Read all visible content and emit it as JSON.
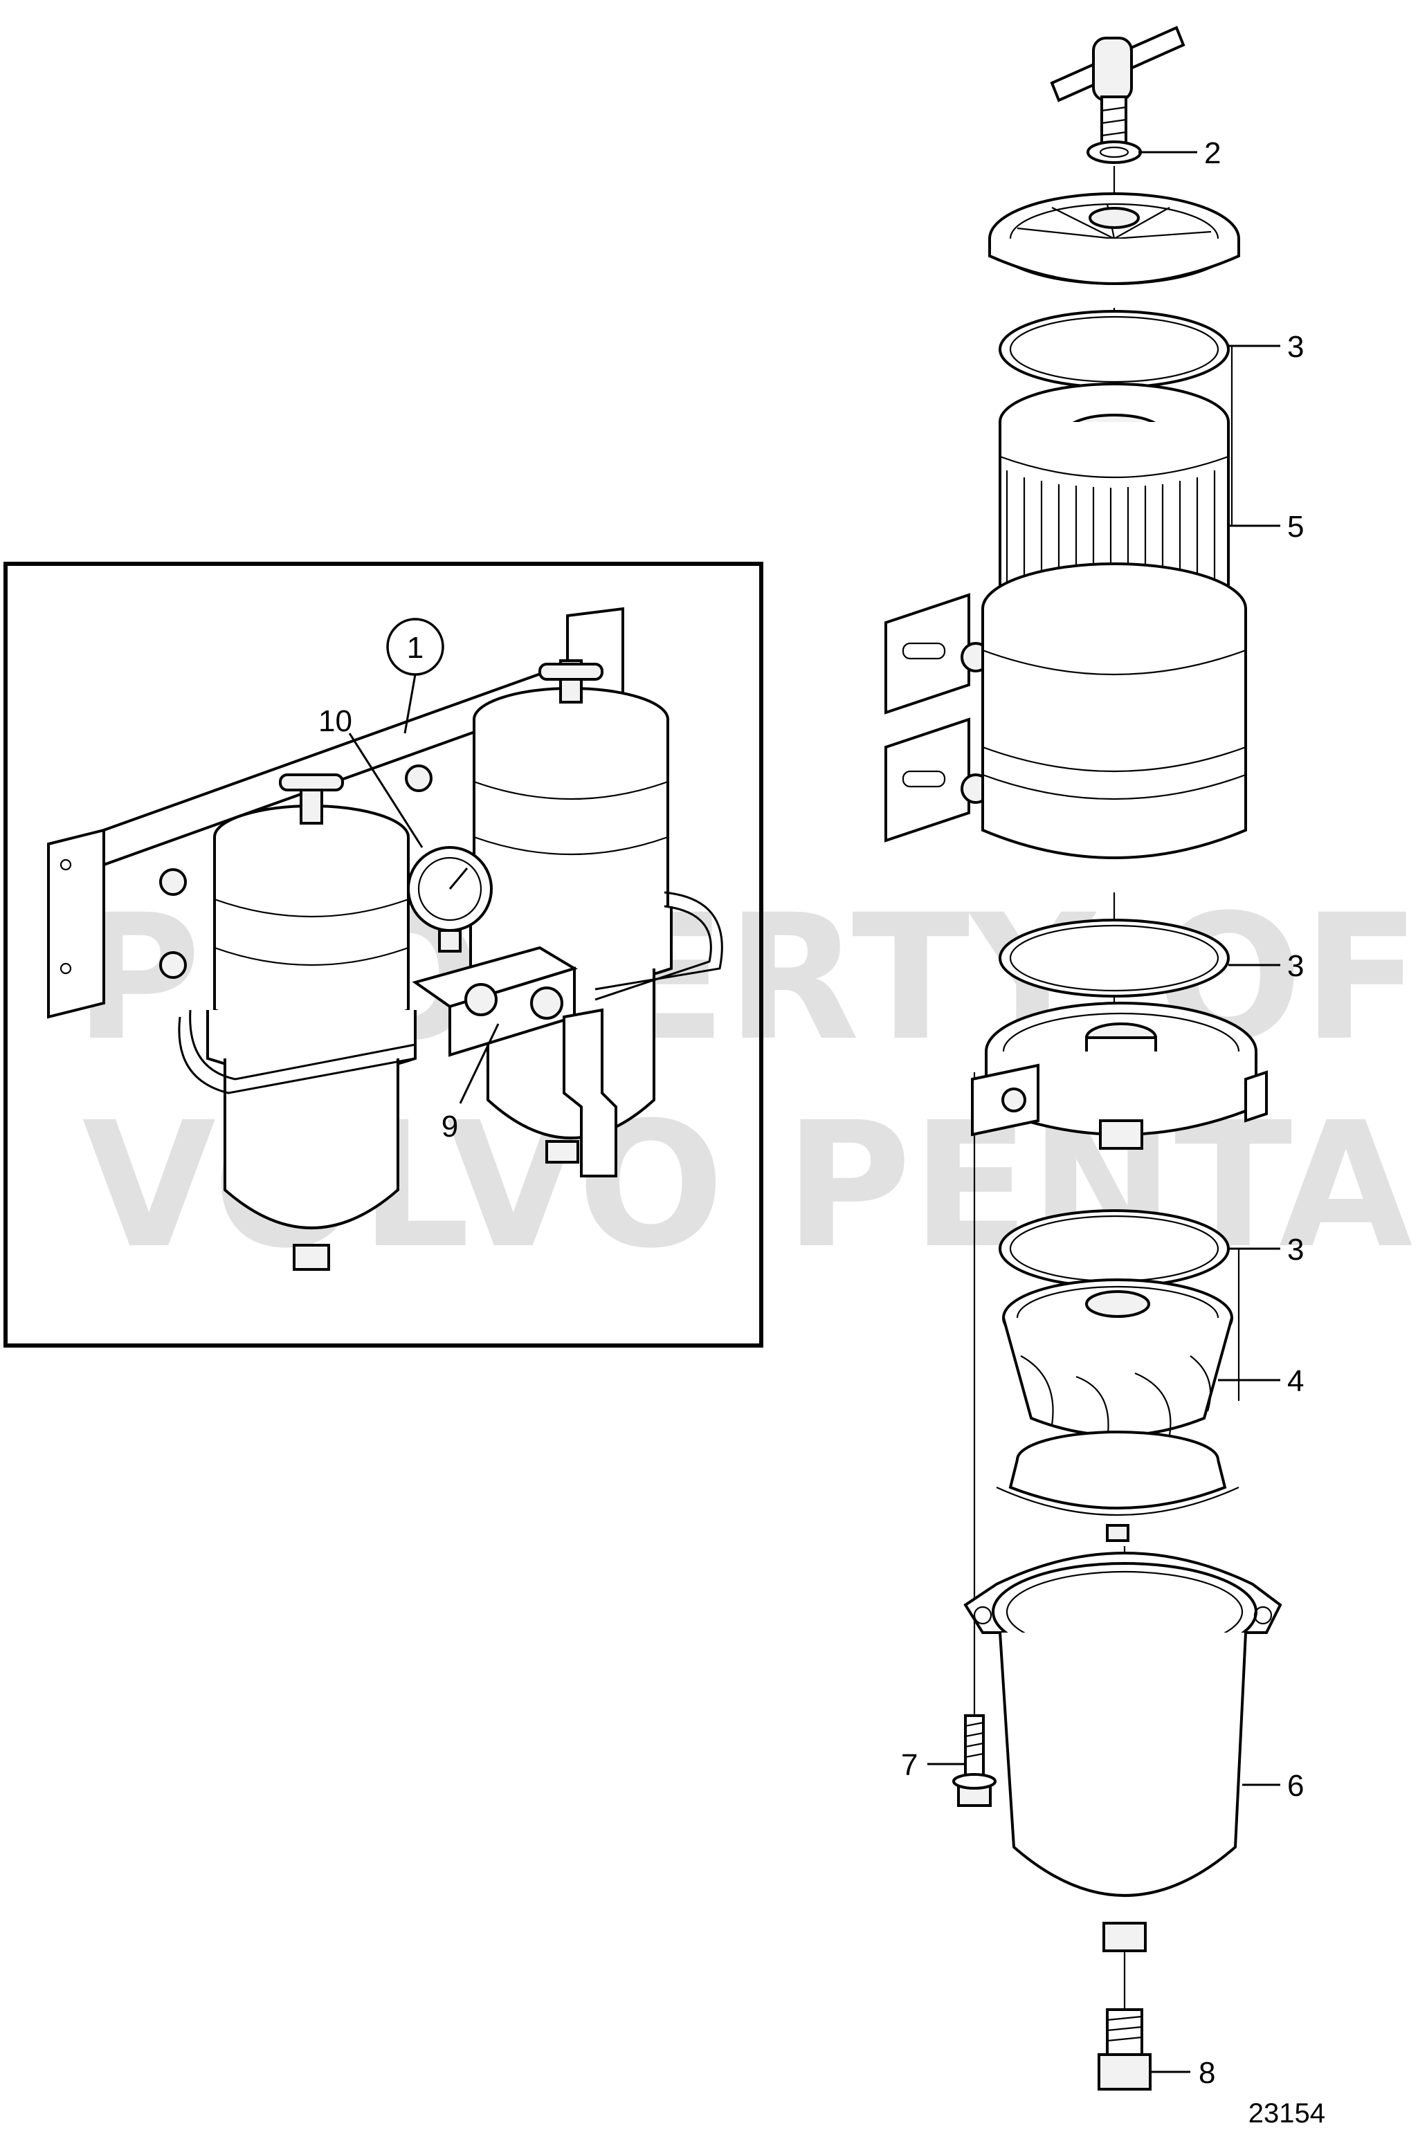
{
  "diagram": {
    "figure_number": "23154",
    "watermark": [
      "PROPERTY OF",
      "VOLVO PENTA"
    ],
    "callouts": {
      "c1": "1",
      "c2": "2",
      "c3a": "3",
      "c3b": "3",
      "c3c": "3",
      "c4": "4",
      "c5": "5",
      "c6": "6",
      "c7": "7",
      "c8": "8",
      "c9": "9",
      "c10": "10"
    }
  }
}
